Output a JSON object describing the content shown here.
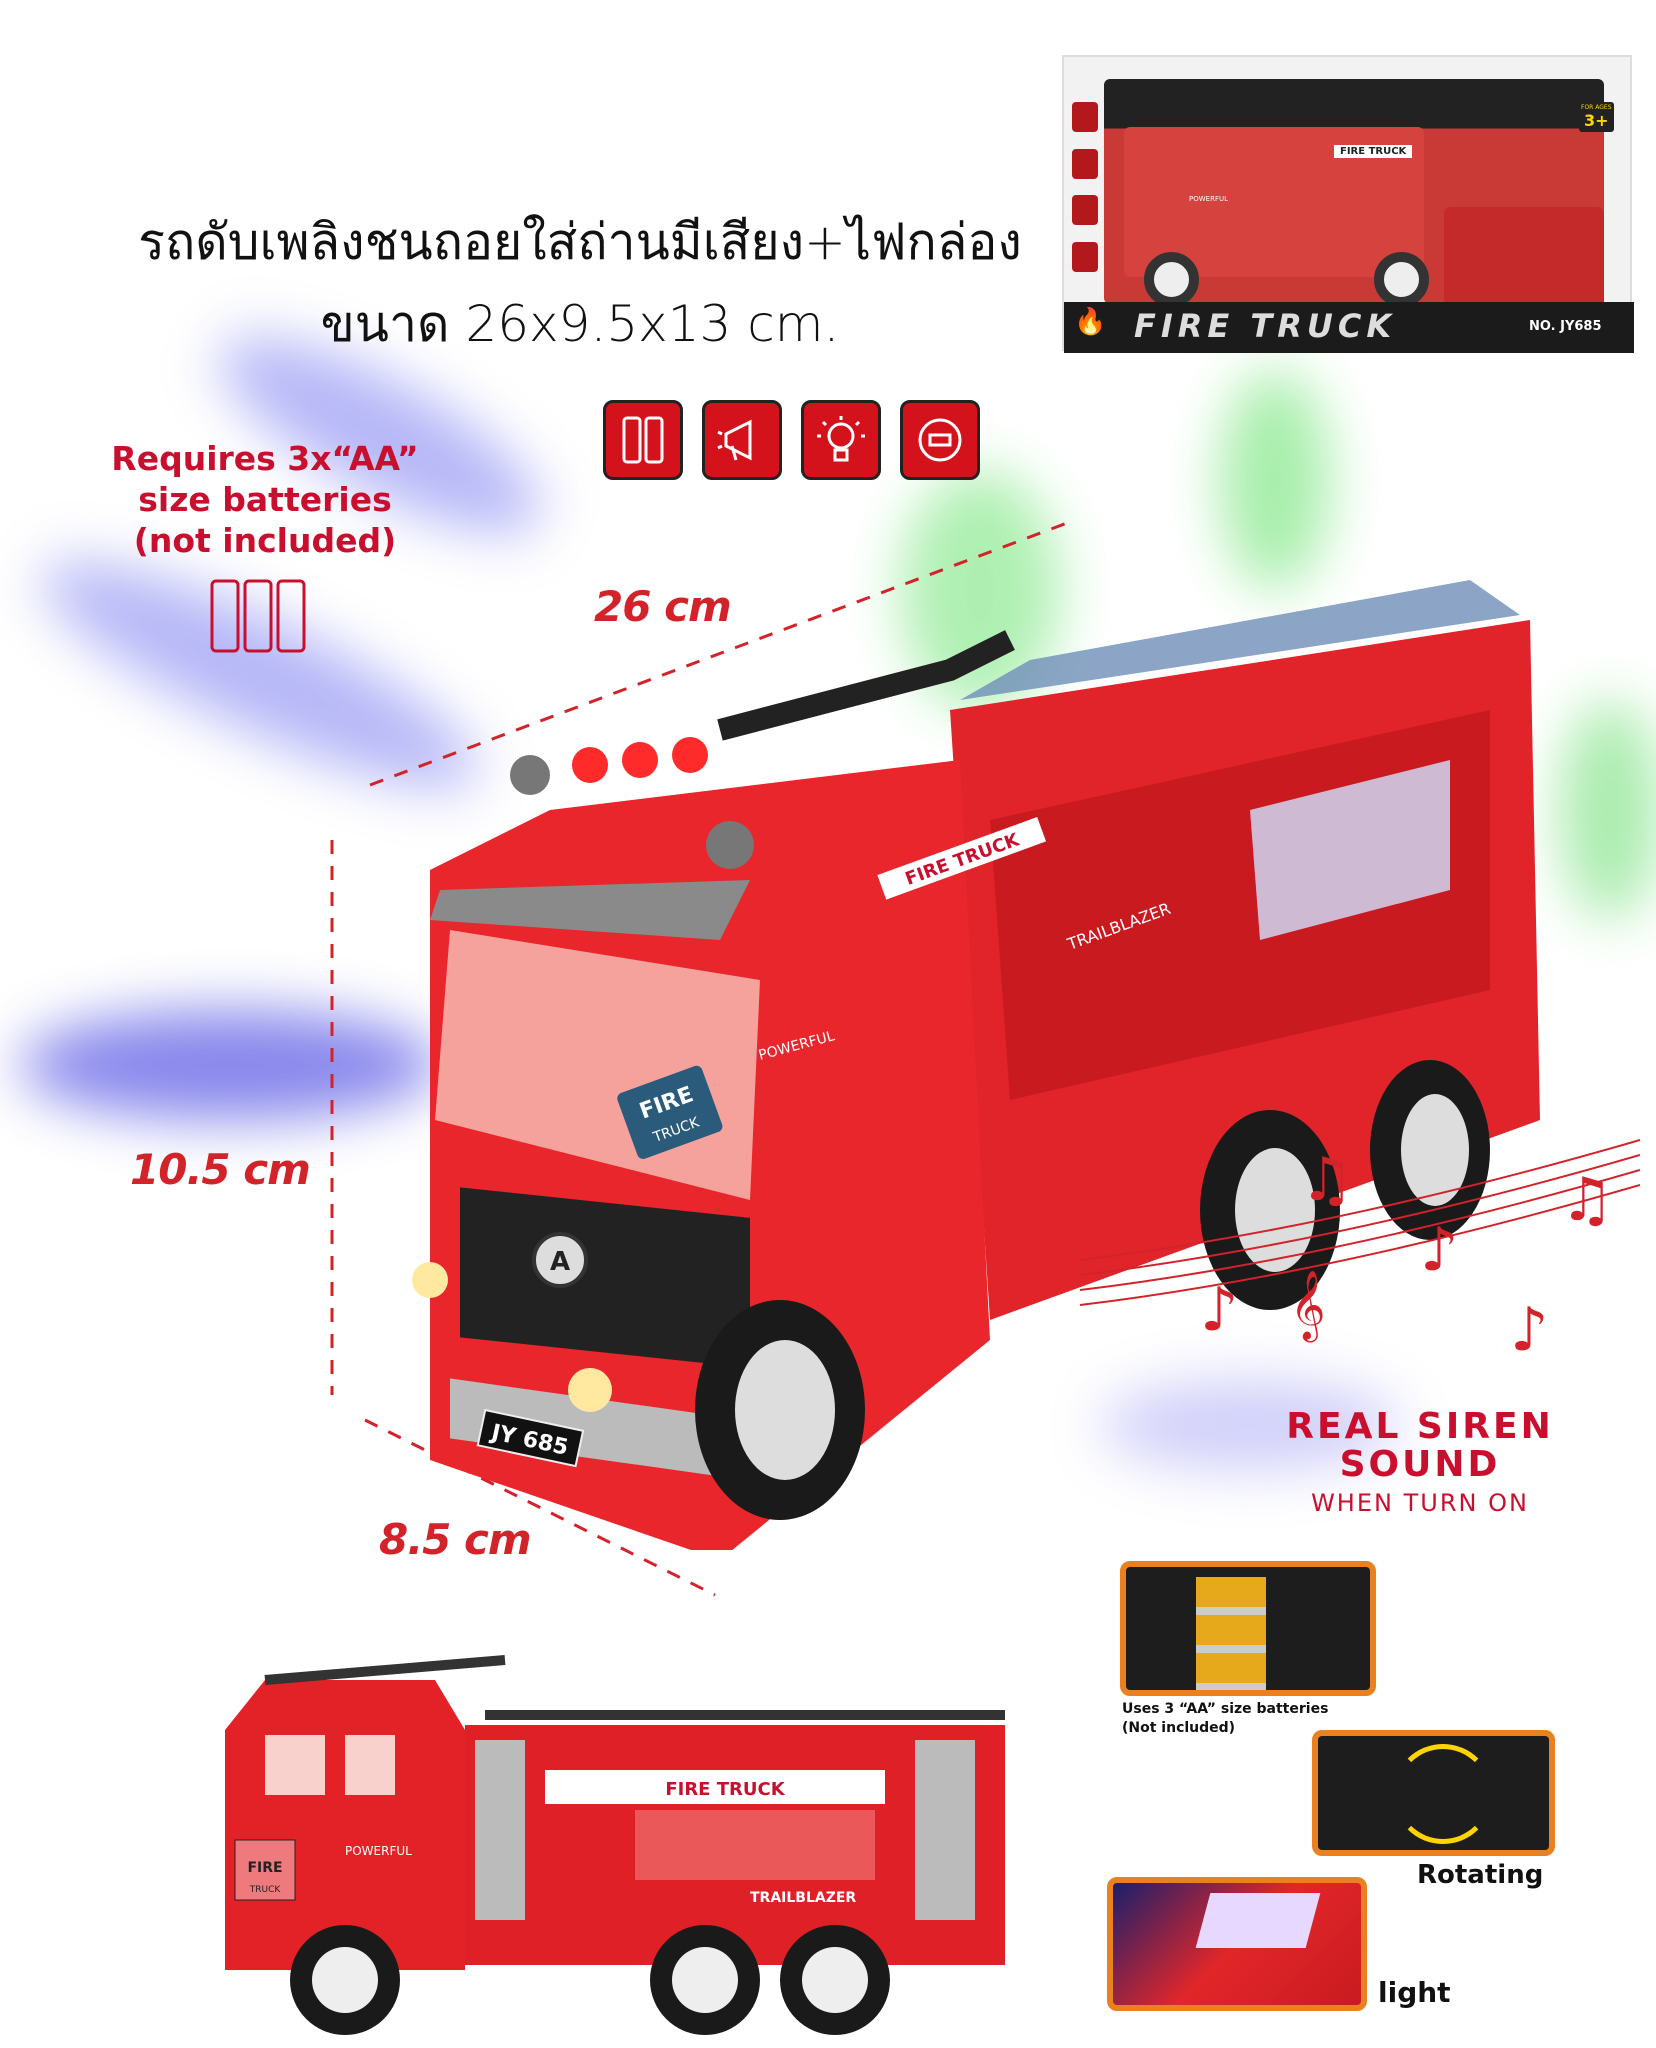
{
  "title": {
    "line1": "รถดับเพลิงชนถอยใส่ถ่านมีเสียง+ไฟกล่อง",
    "line2": "ขนาด 26x9.5x13 cm."
  },
  "box": {
    "brand": "FIRE TRUCK",
    "model": "NO. JY685",
    "age_label": "FOR AGES",
    "age": "3+",
    "decal": "FIRE TRUCK",
    "powerful": "POWERFUL"
  },
  "features": [
    {
      "icon": "battery-icon"
    },
    {
      "icon": "megaphone-icon"
    },
    {
      "icon": "light-bulb-icon"
    },
    {
      "icon": "rotate-icon"
    }
  ],
  "battery_note": {
    "line1": "Requires 3x“AA”",
    "line2": "size batteries",
    "line3": "(not included)"
  },
  "dimensions": {
    "length": "26 cm",
    "height": "10.5 cm",
    "width": "8.5 cm"
  },
  "main_truck": {
    "plate": "JY 685",
    "decal": "FIRE TRUCK",
    "side": "POWERFUL",
    "trail": "TRAILBLAZER",
    "badge_line1": "FIRE",
    "badge_line2": "TRUCK",
    "logo": "A"
  },
  "siren": {
    "line1": "REAL SIREN",
    "line2": "SOUND",
    "line3": "WHEN TURN ON"
  },
  "side_truck": {
    "decal": "FIRE TRUCK",
    "side": "POWERFUL",
    "trail": "TRAILBLAZER",
    "badge_line1": "FIRE",
    "badge_line2": "TRUCK"
  },
  "details": {
    "battery_caption1": "Uses 3 “AA” size batteries",
    "battery_caption2": "(Not included)",
    "rotating": "Rotating",
    "light": "light"
  },
  "colors": {
    "red": "#d3121b",
    "accent": "#c8102e",
    "orange": "#e8811e"
  }
}
